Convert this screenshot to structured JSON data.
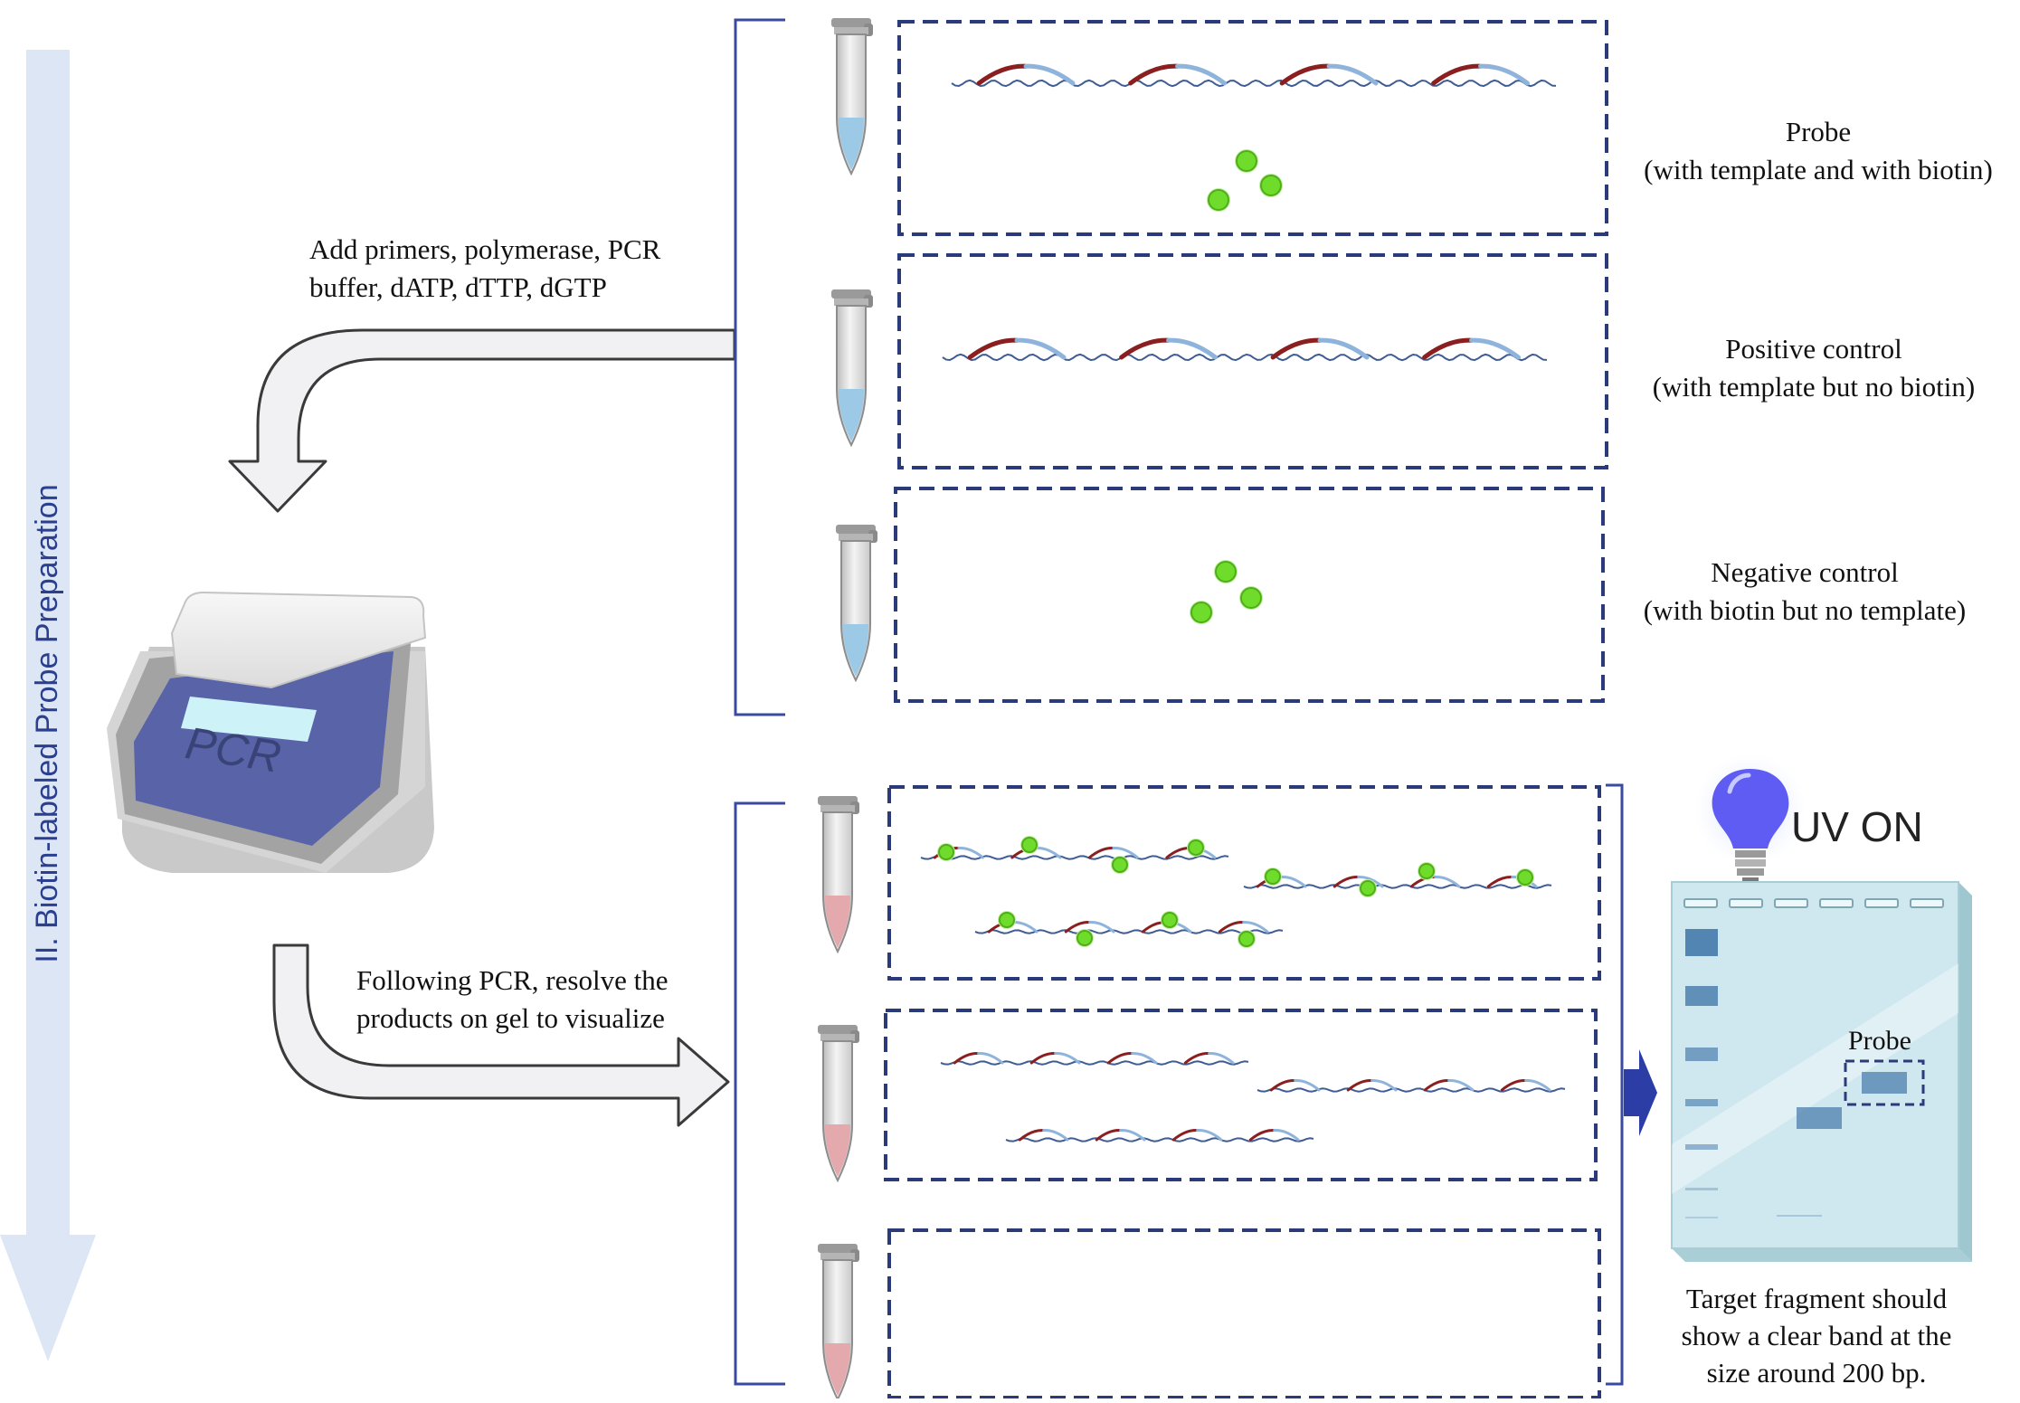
{
  "side_title": "II. Biotin-labeled Probe Preparation",
  "instruction_top": {
    "line1": "Add primers, polymerase, PCR",
    "line2": "buffer, dATP, dTTP, dGTP"
  },
  "instruction_bottom": {
    "line1": "Following PCR, resolve the",
    "line2": "products on gel to visualize"
  },
  "pcr_machine_label": "PCR",
  "reactions": [
    {
      "name": "Probe",
      "detail": "(with template and with biotin)"
    },
    {
      "name": "Positive control",
      "detail": "(with template but no biotin)"
    },
    {
      "name": "Negative control",
      "detail": "(with biotin but no template)"
    }
  ],
  "uv_label": "UV ON",
  "gel_probe_label": "Probe",
  "result_note": {
    "line1": "Target fragment should",
    "line2": "show a clear band at the",
    "line3": "size around 200 bp."
  },
  "colors": {
    "arrow_fill": "#dde6f4",
    "dashed_box": "#2b3a78",
    "bracket": "#3a4aa0",
    "biotin": "#6fdc2c",
    "dna_dark": "#8b1f1f",
    "dna_light": "#8fb4dc",
    "dna_strand": "#3f5c93",
    "liquid_blue": "#9cc9e6",
    "liquid_pink": "#e3a9ad",
    "gel": "#cfe8ef",
    "gel_band": "#4c7fae",
    "bulb": "#5e5cf2"
  }
}
